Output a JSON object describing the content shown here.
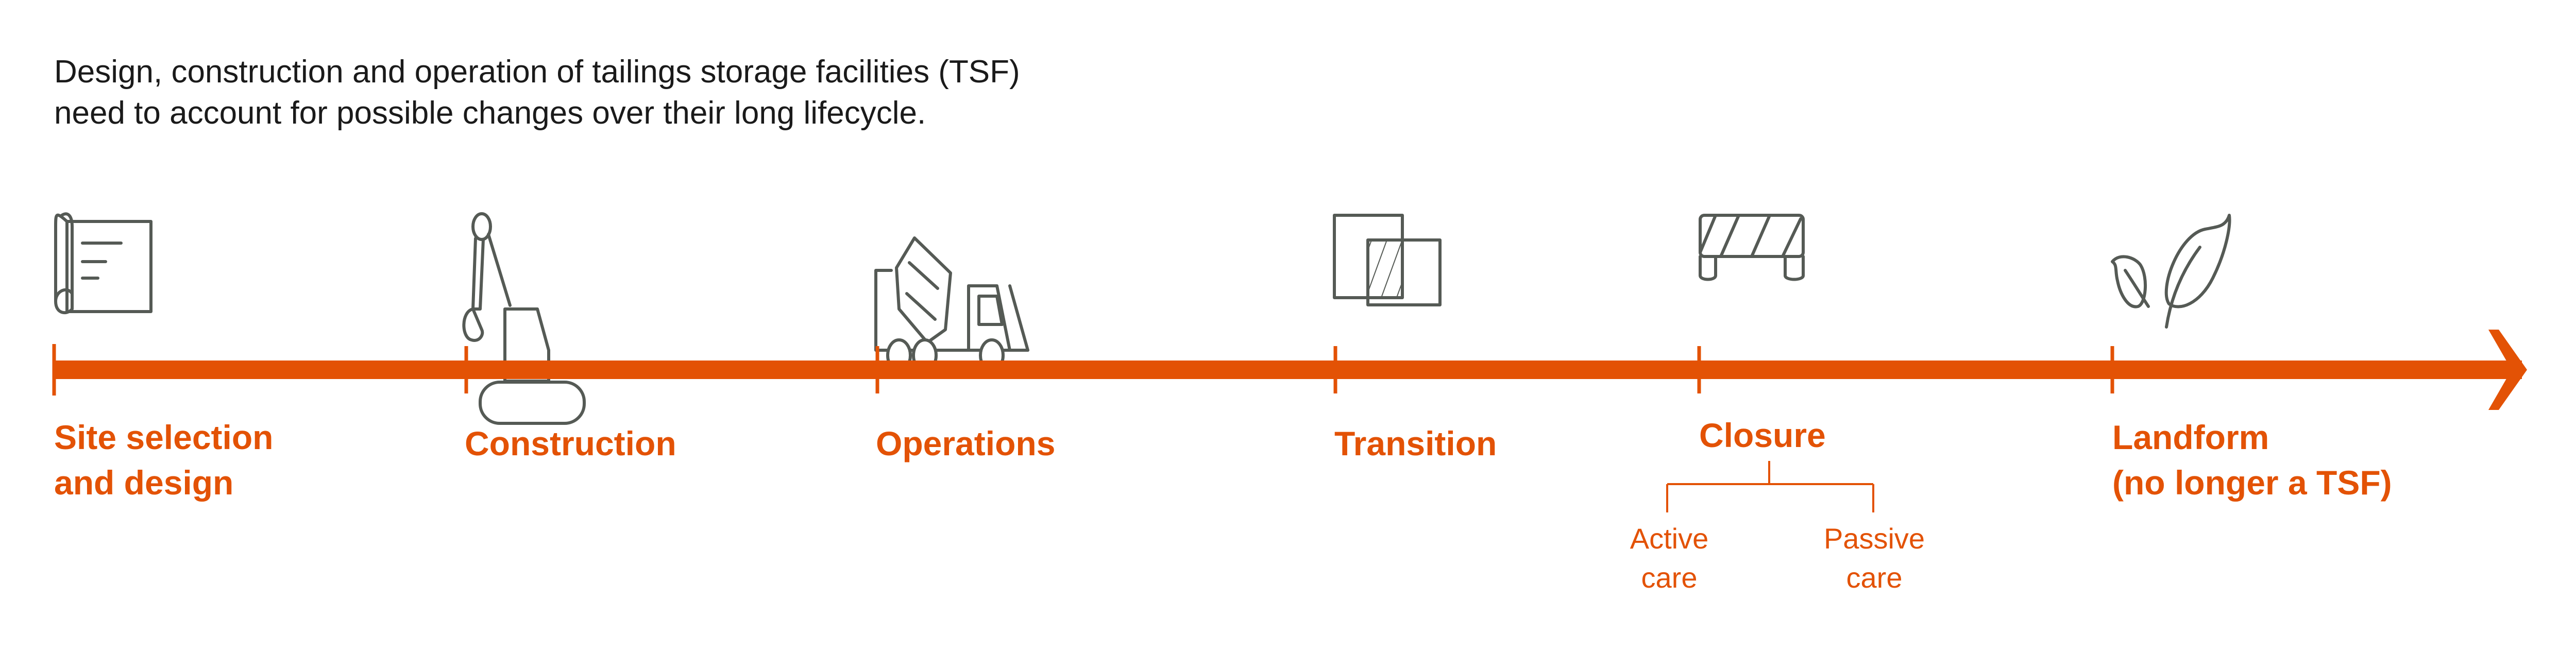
{
  "intro": {
    "line1": "Design, construction and operation of tailings storage facilities (TSF)",
    "line2": "need to account for possible changes over their long lifecycle."
  },
  "colors": {
    "accent": "#e35205",
    "icon": "#555a55",
    "text": "#1a1a1a"
  },
  "stages": [
    {
      "icon": "blueprint-scroll-icon",
      "label_lines": [
        "Site selection",
        "and design"
      ]
    },
    {
      "icon": "excavator-icon",
      "label_lines": [
        "Construction"
      ]
    },
    {
      "icon": "cement-truck-icon",
      "label_lines": [
        "Operations"
      ]
    },
    {
      "icon": "overlapping-squares-icon",
      "label_lines": [
        "Transition"
      ]
    },
    {
      "icon": "barrier-icon",
      "label_lines": [
        "Closure"
      ]
    },
    {
      "icon": "leaf-icon",
      "label_lines": [
        "Landform",
        "(no longer a TSF)"
      ]
    }
  ],
  "closure_branches": [
    {
      "lines": [
        "Active",
        "care"
      ]
    },
    {
      "lines": [
        "Passive",
        "care"
      ]
    }
  ]
}
